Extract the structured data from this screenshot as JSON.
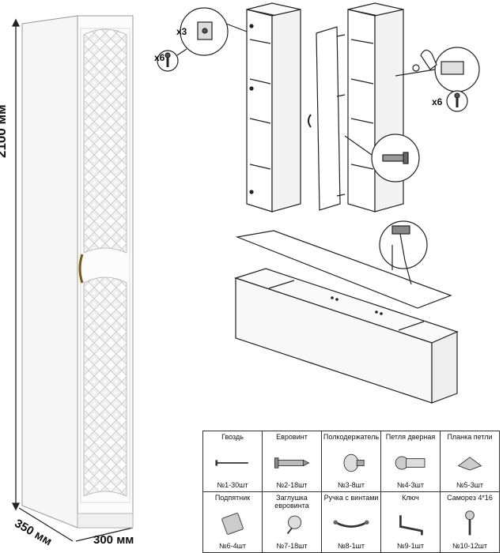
{
  "dimensions": {
    "height": "2100 мм",
    "depth": "350 мм",
    "width": "300 мм"
  },
  "multipliers": {
    "top_x3": "x3",
    "top_x6": "x6",
    "right_x6": "x6"
  },
  "parts": [
    {
      "name": "Гвоздь",
      "count": "№1-30шт",
      "icon": "nail-icon"
    },
    {
      "name": "Евровинт",
      "count": "№2-18шт",
      "icon": "euroscrew-icon"
    },
    {
      "name": "Полкодержатель",
      "count": "№3-8шт",
      "icon": "shelf-holder-icon"
    },
    {
      "name": "Петля дверная",
      "count": "№4-3шт",
      "icon": "door-hinge-icon"
    },
    {
      "name": "Планка петли",
      "count": "№5-3шт",
      "icon": "hinge-plate-icon"
    },
    {
      "name": "Подпятник",
      "count": "№6-4шт",
      "icon": "foot-pad-icon"
    },
    {
      "name": "Заглушка евровинта",
      "count": "№7-18шт",
      "icon": "screw-cap-icon"
    },
    {
      "name": "Ручка с винтами",
      "count": "№8-1шт",
      "icon": "handle-icon"
    },
    {
      "name": "Ключ",
      "count": "№9-1шт",
      "icon": "hex-key-icon"
    },
    {
      "name": "Саморез 4*16",
      "count": "№10-12шт",
      "icon": "self-tap-screw-icon"
    }
  ]
}
